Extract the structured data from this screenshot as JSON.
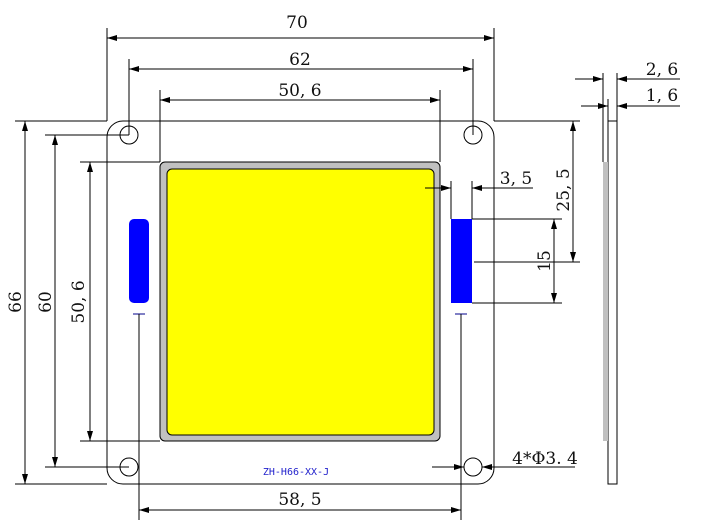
{
  "part_label": "ZH-H66-XX-J",
  "dimensions": {
    "board_width": "70",
    "hole_spacing_x": "62",
    "led_width": "50, 6",
    "board_height": "66",
    "hole_spacing_y": "60",
    "led_height": "50, 6",
    "pad_spacing_x": "58, 5",
    "pad_width": "3, 5",
    "pad_offset_y": "25, 5",
    "pad_length": "15",
    "holes": "4*Φ3. 4",
    "total_thickness": "2, 6",
    "board_thickness": "1, 6"
  },
  "colors": {
    "led": "#ffff00",
    "substrate": "#c0c0c0",
    "pad": "#0000ff",
    "label": "#2222cc"
  }
}
